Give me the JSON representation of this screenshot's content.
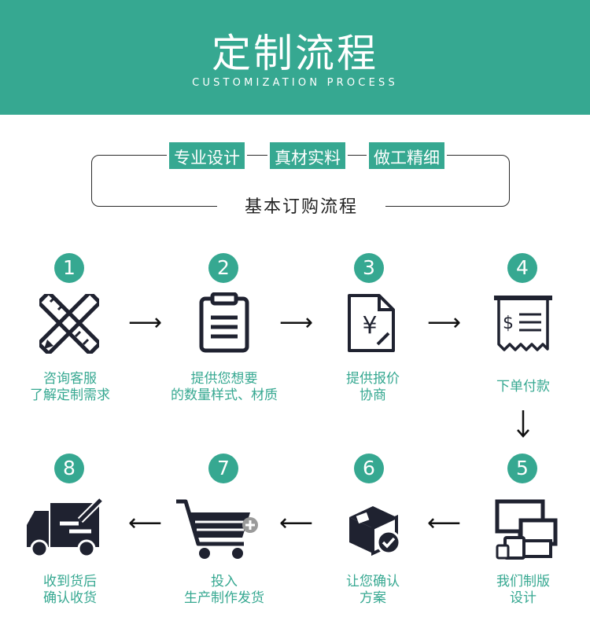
{
  "header": {
    "title": "定制流程",
    "subtitle": "CUSTOMIZATION PROCESS"
  },
  "tags": [
    "专业设计",
    "真材实料",
    "做工精细"
  ],
  "frame_caption": "基本订购流程",
  "steps": [
    {
      "number": "1",
      "icon": "ruler-pencil-icon",
      "lines": [
        "咨询客服",
        "了解定制需求"
      ]
    },
    {
      "number": "2",
      "icon": "clipboard-icon",
      "lines": [
        "提供您想要",
        "的数量样式、材质"
      ]
    },
    {
      "number": "3",
      "icon": "yen-document-icon",
      "lines": [
        "提供报价",
        "协商"
      ]
    },
    {
      "number": "4",
      "icon": "receipt-icon",
      "lines": [
        "下单付款",
        ""
      ]
    },
    {
      "number": "5",
      "icon": "devices-icon",
      "lines": [
        "我们制版",
        "设计"
      ]
    },
    {
      "number": "6",
      "icon": "package-check-icon",
      "lines": [
        "让您确认",
        "方案"
      ]
    },
    {
      "number": "7",
      "icon": "shopping-cart-icon",
      "lines": [
        "投入",
        "生产制作发货"
      ]
    },
    {
      "number": "8",
      "icon": "delivery-truck-icon",
      "lines": [
        "收到货后",
        "确认收货"
      ]
    }
  ],
  "colors": {
    "accent": "#36a891",
    "icon": "#1f2230",
    "text": "#222222"
  }
}
